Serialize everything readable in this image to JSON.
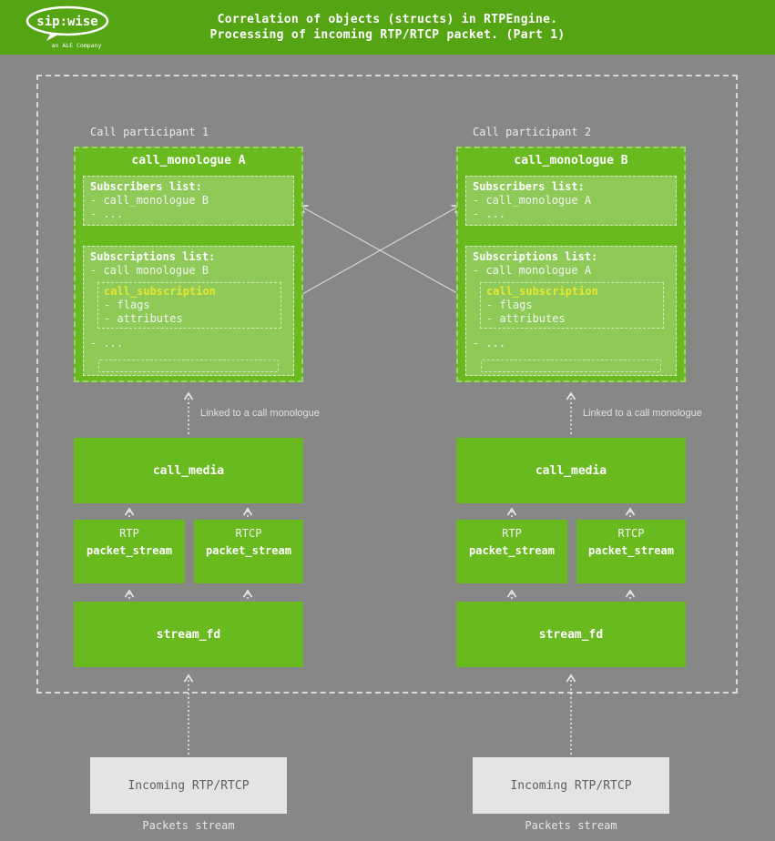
{
  "header": {
    "title_line1": "Correlation of objects (structs) in RTPEngine.",
    "title_line2": "Processing of incoming RTP/RTCP packet. (Part 1)",
    "logo": {
      "text": "sip:wise",
      "subtext": "an ALE Company"
    }
  },
  "colors": {
    "header_green": "#55a414",
    "box_green": "#68ba1f",
    "inner_green": "#8fca58",
    "highlight_yellow": "#e3e832",
    "background_gray": "#878787",
    "incoming_gray": "#e4e4e4"
  },
  "participants": [
    {
      "label": "Call participant 1",
      "monologue_title": "call_monologue A",
      "subscribers_title": "Subscribers list:",
      "subscribers_item": "- call_monologue B",
      "subscribers_more": "- ...",
      "subscriptions_title": "Subscriptions list:",
      "subscriptions_item": "- call monologue B",
      "subscription_title": "call_subscription",
      "subscription_flags": "- flags",
      "subscription_attributes": "- attributes",
      "subscriptions_more": "- ...",
      "linked_label": "Linked to a call monologue",
      "call_media": "call_media",
      "rtp_label": "RTP",
      "rtcp_label": "RTCP",
      "packet_stream": "packet_stream",
      "stream_fd": "stream_fd",
      "incoming": "Incoming RTP/RTCP",
      "packets_stream": "Packets stream"
    },
    {
      "label": "Call participant 2",
      "monologue_title": "call_monologue B",
      "subscribers_title": "Subscribers list:",
      "subscribers_item": "- call_monologue A",
      "subscribers_more": "- ...",
      "subscriptions_title": "Subscriptions list:",
      "subscriptions_item": "- call monologue A",
      "subscription_title": "call_subscription",
      "subscription_flags": "- flags",
      "subscription_attributes": "- attributes",
      "subscriptions_more": "- ...",
      "linked_label": "Linked to a call monologue",
      "call_media": "call_media",
      "rtp_label": "RTP",
      "rtcp_label": "RTCP",
      "packet_stream": "packet_stream",
      "stream_fd": "stream_fd",
      "incoming": "Incoming RTP/RTCP",
      "packets_stream": "Packets stream"
    }
  ]
}
